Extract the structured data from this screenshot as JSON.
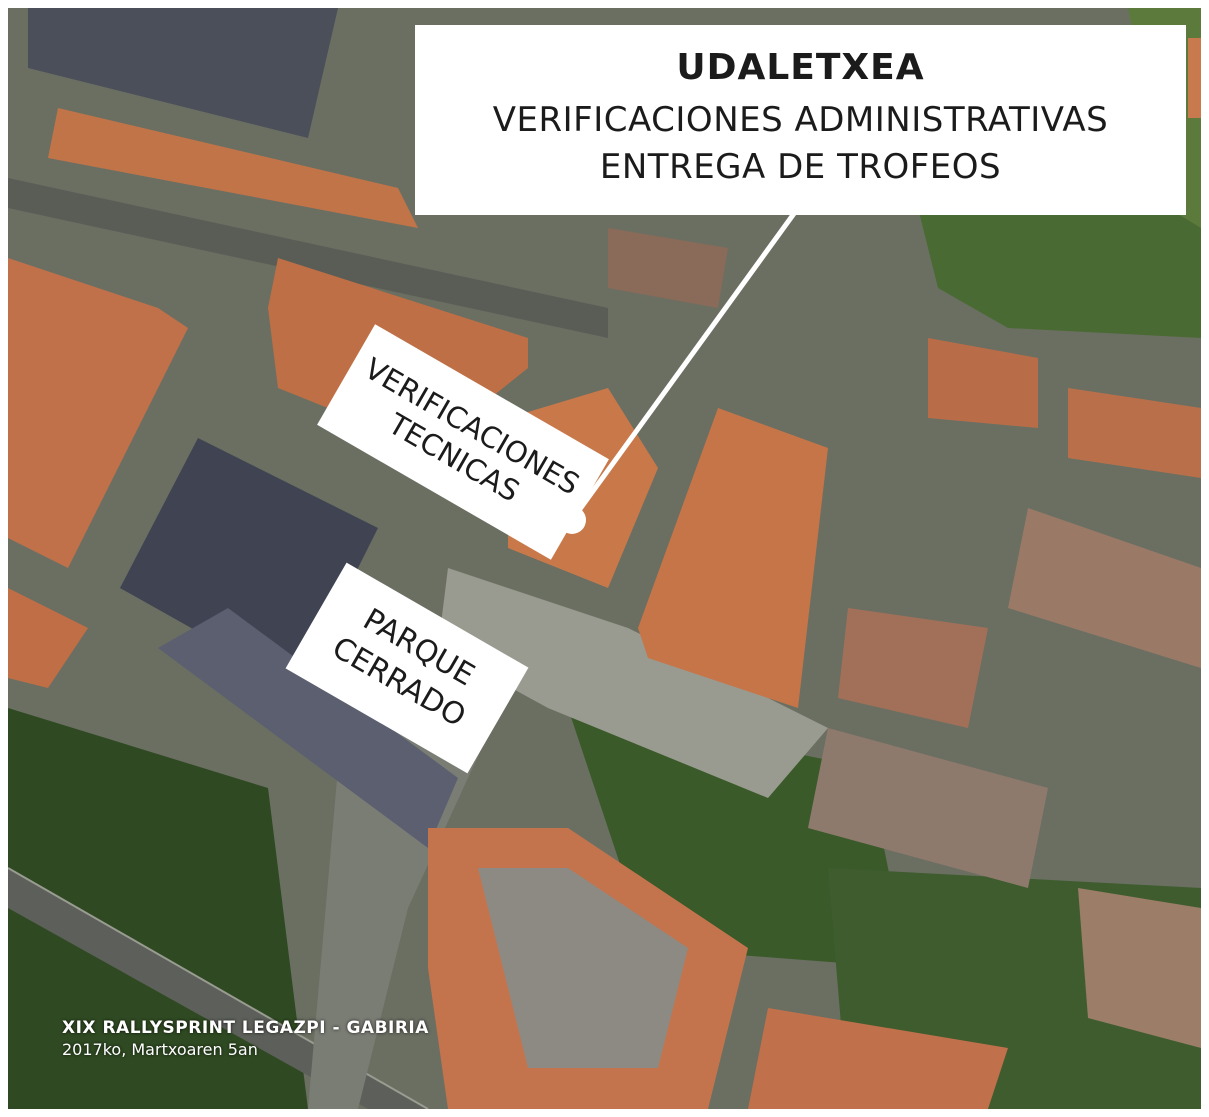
{
  "callouts": {
    "main": {
      "title": "UDALETXEA",
      "line1": "VERIFICACIONES ADMINISTRATIVAS",
      "line2": "ENTREGA DE TROFEOS"
    },
    "technical": {
      "line1": "VERIFICACIONES",
      "line2": "TECNICAS"
    },
    "parc_ferme": {
      "line1": "PARQUE",
      "line2": "CERRADO"
    }
  },
  "footer": {
    "event": "XIX RALLYSPRINT LEGAZPI - GABIRIA",
    "date": "2017ko, Martxoaren 5an"
  },
  "colors": {
    "roof_orange": "#c0714a",
    "roof_grey": "#4a4e5c",
    "vegetation": "#3c5a2a",
    "pavement": "#8a8d82",
    "marker": "#ffffff"
  }
}
